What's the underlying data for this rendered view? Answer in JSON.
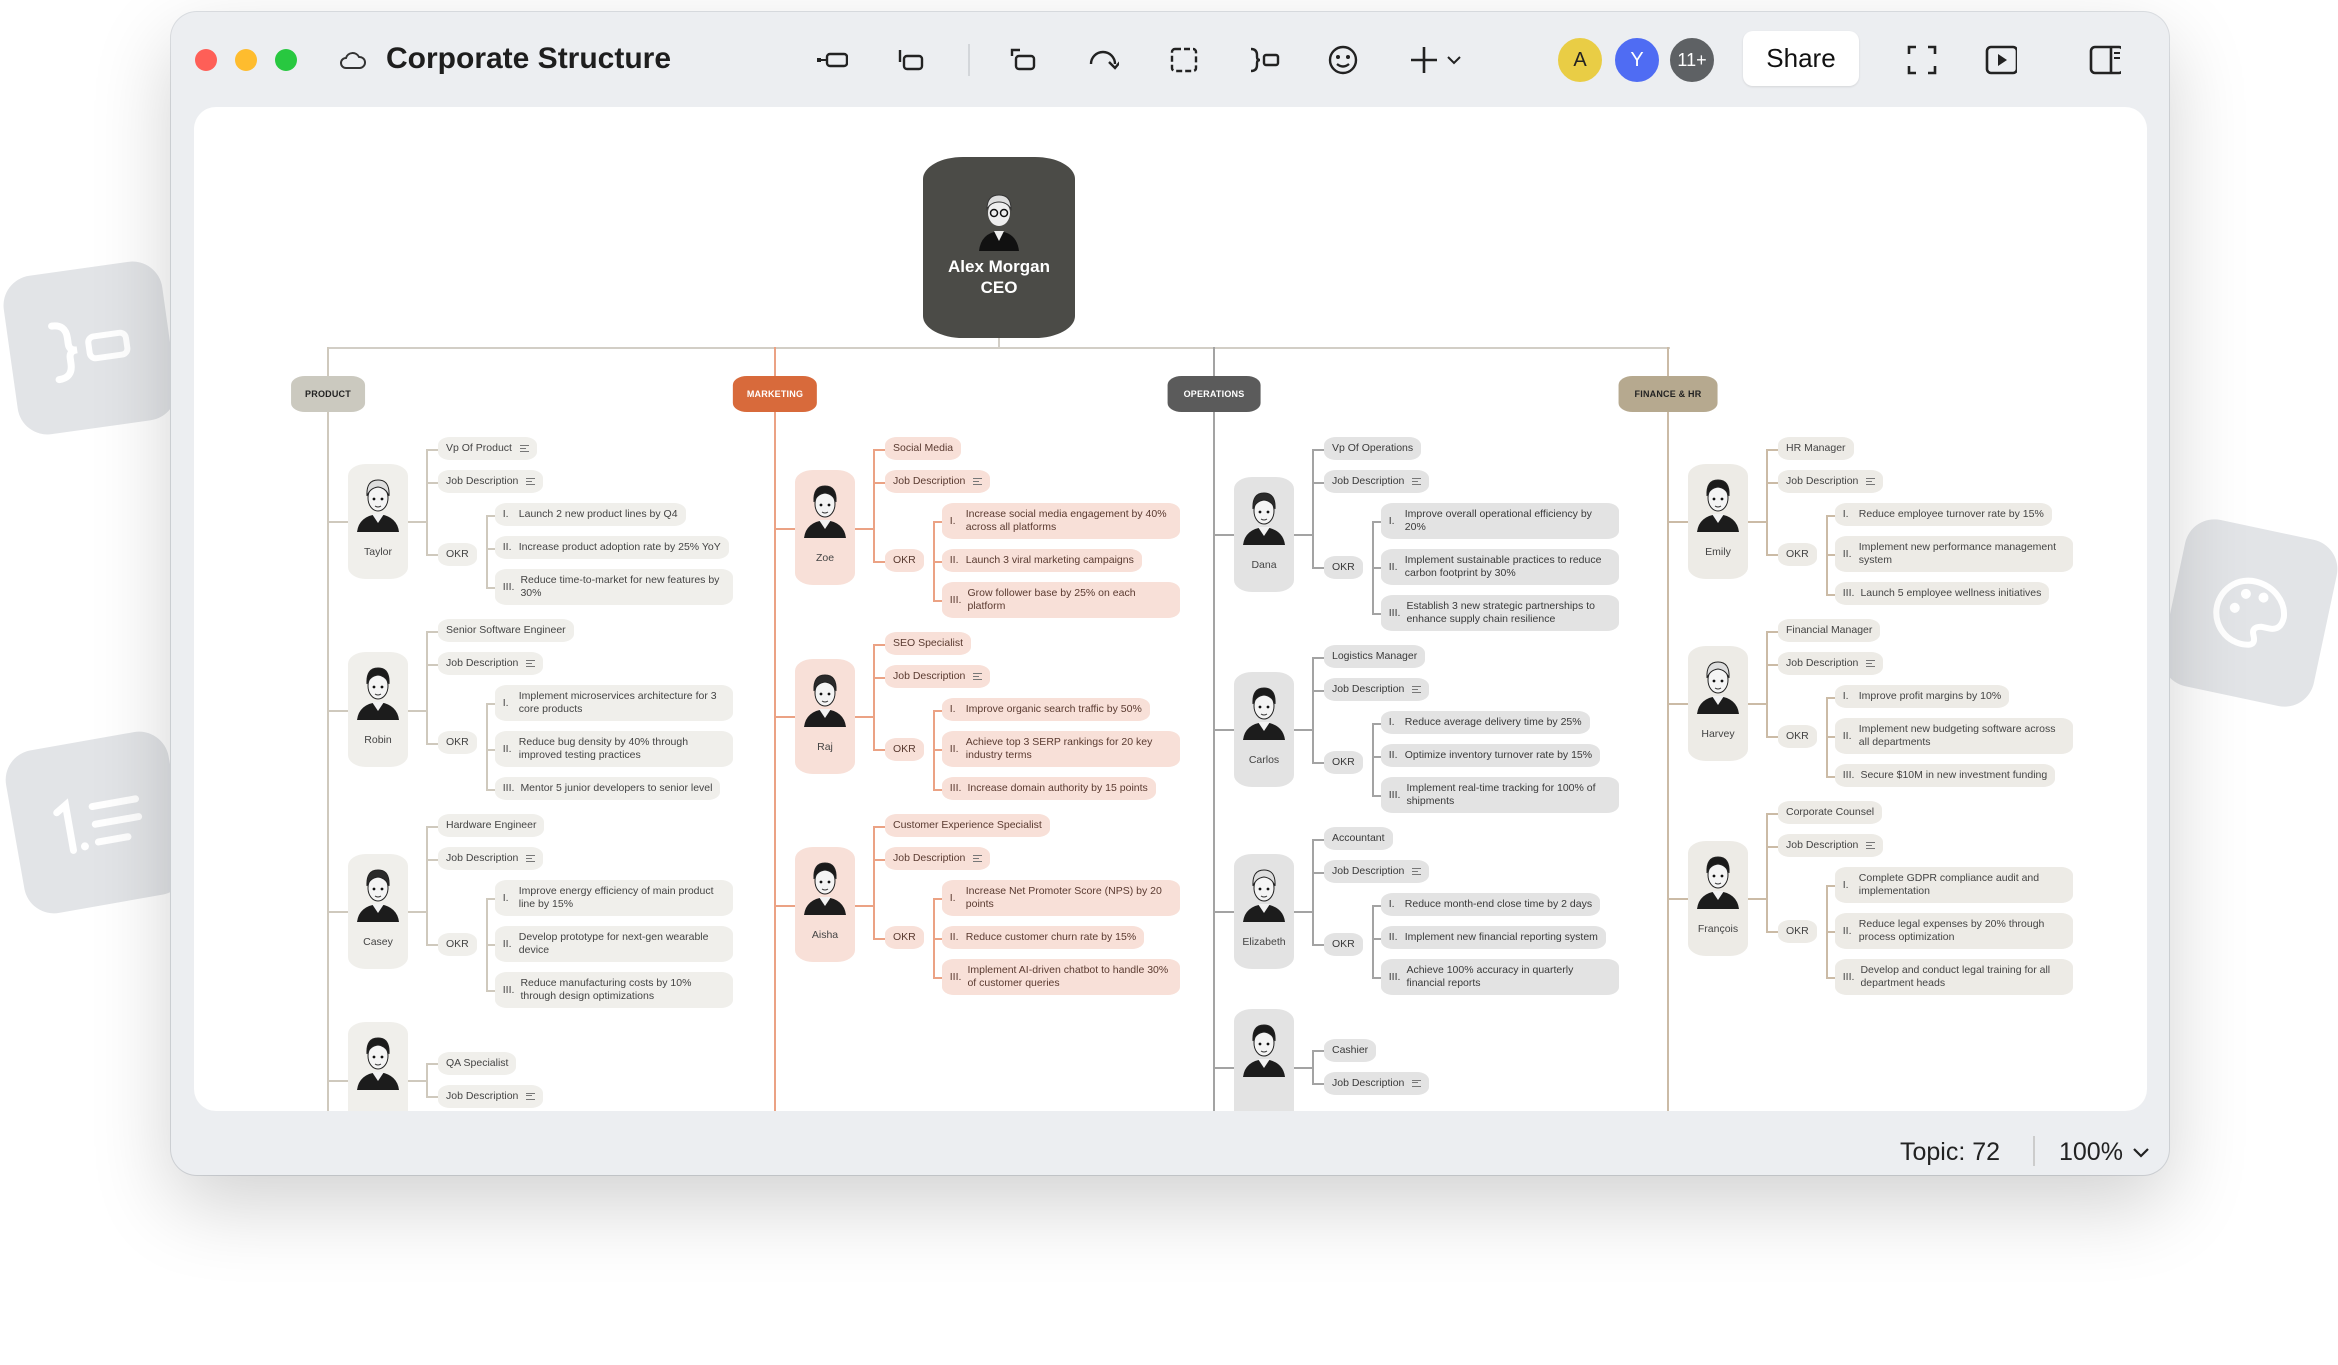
{
  "window": {
    "title": "Corporate Structure",
    "cloud_icon": "cloud-icon"
  },
  "toolbar": {
    "icons": [
      "topic-icon",
      "subtopic-icon",
      "floating-topic-icon",
      "relationship-icon",
      "boundary-icon",
      "summary-icon",
      "emoji-sticker-icon",
      "insert-icon"
    ],
    "share_label": "Share",
    "collaborators": [
      {
        "initial": "A",
        "color": "#e9cd45"
      },
      {
        "initial": "Y",
        "color": "#4f6cf3"
      },
      {
        "initial": "11+",
        "color": "#5e6164"
      }
    ],
    "right_icons": [
      "zen-mode-icon",
      "pitch-mode-icon",
      "sidebar-panel-icon"
    ]
  },
  "ceo": {
    "name": "Alex Morgan",
    "role": "CEO"
  },
  "departments": [
    {
      "name": "PRODUCT",
      "pill": "#cbc9bf",
      "pill_text": "#222",
      "node": "#f0efeb",
      "line": "#cfc9bd",
      "text": "#444",
      "people": [
        {
          "name": "Taylor",
          "title": "Vp Of Product",
          "title_note": true,
          "jd": "Job Description",
          "okr_label": "OKR",
          "okr": [
            {
              "n": "I.",
              "text": "Launch 2 new product lines by Q4"
            },
            {
              "n": "II.",
              "text": "Increase product adoption rate by 25% YoY"
            },
            {
              "n": "III.",
              "text": "Reduce time-to-market for new features by 30%"
            }
          ]
        },
        {
          "name": "Robin",
          "title": "Senior Software Engineer",
          "jd": "Job Description",
          "okr_label": "OKR",
          "okr": [
            {
              "n": "I.",
              "text": "Implement microservices architecture for 3 core products"
            },
            {
              "n": "II.",
              "text": "Reduce bug density by 40% through improved testing practices"
            },
            {
              "n": "III.",
              "text": "Mentor 5 junior developers to senior level"
            }
          ]
        },
        {
          "name": "Casey",
          "title": "Hardware Engineer",
          "jd": "Job Description",
          "okr_label": "OKR",
          "okr": [
            {
              "n": "I.",
              "text": "Improve energy efficiency of main product line by 15%"
            },
            {
              "n": "II.",
              "text": "Develop prototype for next-gen wearable device"
            },
            {
              "n": "III.",
              "text": "Reduce manufacturing costs by 10% through design optimizations"
            }
          ]
        },
        {
          "name": "",
          "title": "QA Specialist",
          "jd": "Job Description",
          "okr": []
        }
      ]
    },
    {
      "name": "MARKETING",
      "pill": "#d86a3b",
      "pill_text": "#fff",
      "node": "#f8e0d8",
      "line": "#eba284",
      "text": "#5a3a30",
      "people": [
        {
          "name": "Zoe",
          "title": "Social Media",
          "jd": "Job Description",
          "okr_label": "OKR",
          "okr": [
            {
              "n": "I.",
              "text": "Increase social media engagement by 40% across all platforms"
            },
            {
              "n": "II.",
              "text": "Launch 3 viral marketing campaigns"
            },
            {
              "n": "III.",
              "text": "Grow follower base by 25% on each platform"
            }
          ]
        },
        {
          "name": "Raj",
          "title": "SEO Specialist",
          "jd": "Job Description",
          "okr_label": "OKR",
          "okr": [
            {
              "n": "I.",
              "text": "Improve organic search traffic by 50%"
            },
            {
              "n": "II.",
              "text": "Achieve top 3 SERP rankings for 20 key industry terms"
            },
            {
              "n": "III.",
              "text": "Increase domain authority by 15 points"
            }
          ]
        },
        {
          "name": "Aisha",
          "title": "Customer Experience Specialist",
          "jd": "Job Description",
          "okr_label": "OKR",
          "okr": [
            {
              "n": "I.",
              "text": "Increase Net Promoter Score (NPS) by 20 points"
            },
            {
              "n": "II.",
              "text": "Reduce customer churn rate by 15%"
            },
            {
              "n": "III.",
              "text": "Implement AI-driven chatbot to handle 30% of customer queries"
            }
          ]
        }
      ]
    },
    {
      "name": "OPERATIONS",
      "pill": "#5b5b5b",
      "pill_text": "#fff",
      "node": "#e3e3e3",
      "line": "#a3a3a3",
      "text": "#3a3a3a",
      "people": [
        {
          "name": "Dana",
          "title": "Vp Of Operations",
          "jd": "Job Description",
          "okr_label": "OKR",
          "okr": [
            {
              "n": "I.",
              "text": "Improve overall operational efficiency by 20%"
            },
            {
              "n": "II.",
              "text": "Implement sustainable practices to reduce carbon footprint by 30%"
            },
            {
              "n": "III.",
              "text": "Establish 3 new strategic partnerships to enhance supply chain resilience"
            }
          ]
        },
        {
          "name": "Carlos",
          "title": "Logistics Manager",
          "jd": "Job Description",
          "okr_label": "OKR",
          "okr": [
            {
              "n": "I.",
              "text": "Reduce average delivery time by 25%"
            },
            {
              "n": "II.",
              "text": "Optimize inventory turnover rate by 15%"
            },
            {
              "n": "III.",
              "text": "Implement real-time tracking for 100% of shipments"
            }
          ]
        },
        {
          "name": "Elizabeth",
          "title": "Accountant",
          "jd": "Job Description",
          "okr_label": "OKR",
          "okr": [
            {
              "n": "I.",
              "text": "Reduce month-end close time by 2 days"
            },
            {
              "n": "II.",
              "text": "Implement new financial reporting system"
            },
            {
              "n": "III.",
              "text": "Achieve 100% accuracy in quarterly financial reports"
            }
          ]
        },
        {
          "name": "",
          "title": "Cashier",
          "jd": "Job Description",
          "okr": []
        }
      ]
    },
    {
      "name": "FINANCE & HR",
      "pill": "#b6a98f",
      "pill_text": "#222",
      "node": "#edebe6",
      "line": "#cbbba6",
      "text": "#444",
      "people": [
        {
          "name": "Emily",
          "title": "HR Manager",
          "jd": "Job Description",
          "okr_label": "OKR",
          "okr": [
            {
              "n": "I.",
              "text": "Reduce employee turnover rate by 15%"
            },
            {
              "n": "II.",
              "text": "Implement new performance management system"
            },
            {
              "n": "III.",
              "text": "Launch 5 employee wellness initiatives"
            }
          ]
        },
        {
          "name": "Harvey",
          "title": "Financial  Manager",
          "jd": "Job Description",
          "okr_label": "OKR",
          "okr": [
            {
              "n": "I.",
              "text": "Improve profit margins by 10%"
            },
            {
              "n": "II.",
              "text": "Implement new budgeting software across all departments"
            },
            {
              "n": "III.",
              "text": "Secure $10M in new investment funding"
            }
          ]
        },
        {
          "name": "François",
          "title": "Corporate Counsel",
          "jd": "Job Description",
          "okr_label": "OKR",
          "okr": [
            {
              "n": "I.",
              "text": "Complete GDPR compliance audit and implementation"
            },
            {
              "n": "II.",
              "text": "Reduce legal expenses by 20% through process optimization"
            },
            {
              "n": "III.",
              "text": "Develop and conduct legal training for all department heads"
            }
          ]
        }
      ]
    }
  ],
  "status": {
    "topic_count": "Topic: 72",
    "zoom": "100%"
  }
}
